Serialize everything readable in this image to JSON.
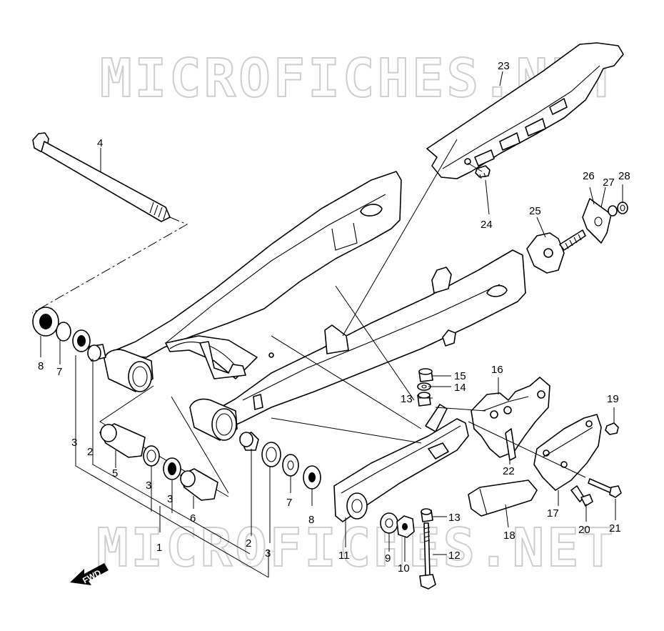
{
  "watermark": {
    "top": "MICROFICHES.NET",
    "bottom": "MICROFICHES.NET"
  },
  "direction_label": "FWD",
  "callouts": [
    {
      "id": "c1",
      "label": "1"
    },
    {
      "id": "c2a",
      "label": "2"
    },
    {
      "id": "c2b",
      "label": "2"
    },
    {
      "id": "c3a",
      "label": "3"
    },
    {
      "id": "c3b",
      "label": "3"
    },
    {
      "id": "c3c",
      "label": "3"
    },
    {
      "id": "c3d",
      "label": "3"
    },
    {
      "id": "c4",
      "label": "4"
    },
    {
      "id": "c5",
      "label": "5"
    },
    {
      "id": "c6",
      "label": "6"
    },
    {
      "id": "c7a",
      "label": "7"
    },
    {
      "id": "c7b",
      "label": "7"
    },
    {
      "id": "c8a",
      "label": "8"
    },
    {
      "id": "c8b",
      "label": "8"
    },
    {
      "id": "c9",
      "label": "9"
    },
    {
      "id": "c10",
      "label": "10"
    },
    {
      "id": "c11",
      "label": "11"
    },
    {
      "id": "c12",
      "label": "12"
    },
    {
      "id": "c13a",
      "label": "13"
    },
    {
      "id": "c13b",
      "label": "13"
    },
    {
      "id": "c14",
      "label": "14"
    },
    {
      "id": "c15",
      "label": "15"
    },
    {
      "id": "c16",
      "label": "16"
    },
    {
      "id": "c17",
      "label": "17"
    },
    {
      "id": "c18",
      "label": "18"
    },
    {
      "id": "c19",
      "label": "19"
    },
    {
      "id": "c20",
      "label": "20"
    },
    {
      "id": "c21",
      "label": "21"
    },
    {
      "id": "c22",
      "label": "22"
    },
    {
      "id": "c23",
      "label": "23"
    },
    {
      "id": "c24",
      "label": "24"
    },
    {
      "id": "c25",
      "label": "25"
    },
    {
      "id": "c26",
      "label": "26"
    },
    {
      "id": "c27",
      "label": "27"
    },
    {
      "id": "c28",
      "label": "28"
    }
  ]
}
